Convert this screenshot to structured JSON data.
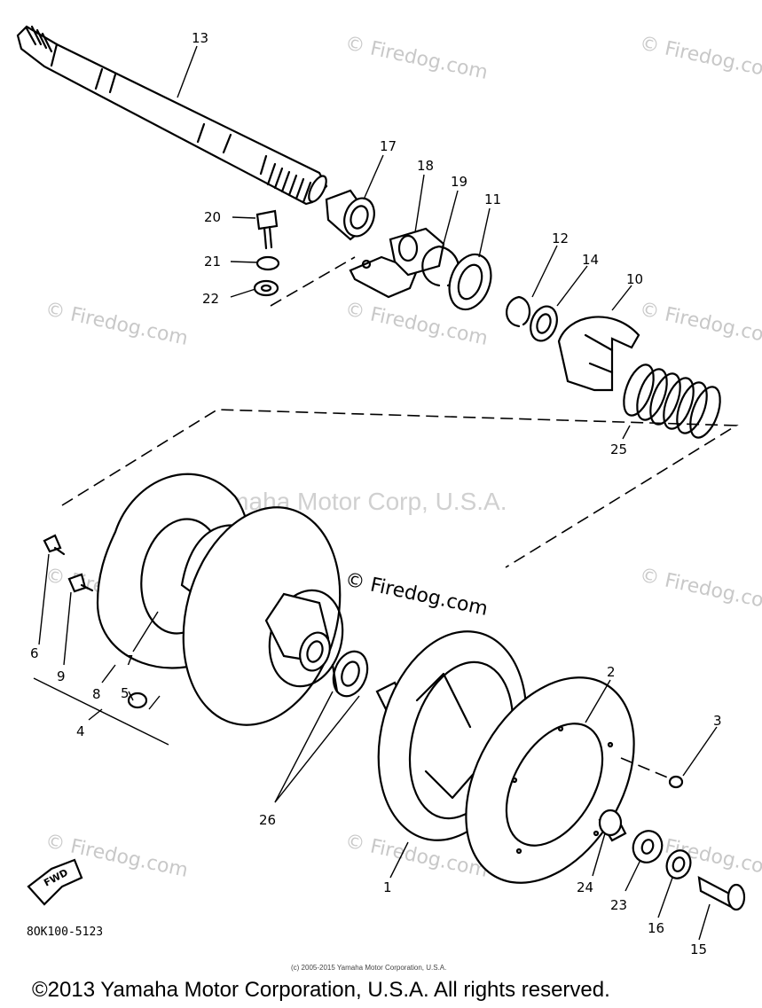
{
  "watermarks": {
    "firedog": "© Firedog.com",
    "yamaha": "Yamaha Motor Corp, U.S.A."
  },
  "callouts": [
    "13",
    "17",
    "18",
    "19",
    "11",
    "20",
    "21",
    "22",
    "12",
    "14",
    "10",
    "25",
    "6",
    "9",
    "7",
    "8",
    "4",
    "5",
    "26",
    "1",
    "2",
    "3",
    "24",
    "23",
    "16",
    "15"
  ],
  "diagram_code": "8OK100-5123",
  "fwd_label": "FWD",
  "copyright_small": "(c) 2005-2015 Yamaha Motor Corporation, U.S.A.",
  "copyright_footer": "©2013 Yamaha Motor Corporation, U.S.A. All rights reserved."
}
